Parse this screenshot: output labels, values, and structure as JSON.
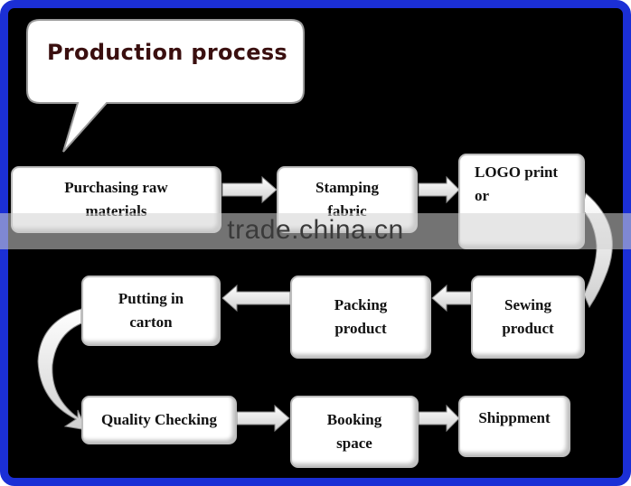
{
  "title": "Production process",
  "steps": {
    "purchasing": "Purchasing raw\nmaterials",
    "stamping": "Stamping\nfabric",
    "logo": "LOGO  print\nor",
    "sewing": "Sewing\nproduct",
    "packing": "Packing\nproduct",
    "carton": "Putting in\ncarton",
    "quality": "Quality Checking",
    "booking": "Booking\nspace",
    "shipment": "Shippment"
  },
  "watermark": "trade.china.cn",
  "colors": {
    "frame": "#1b2fd6",
    "background": "#000000",
    "box": "#ffffff"
  }
}
